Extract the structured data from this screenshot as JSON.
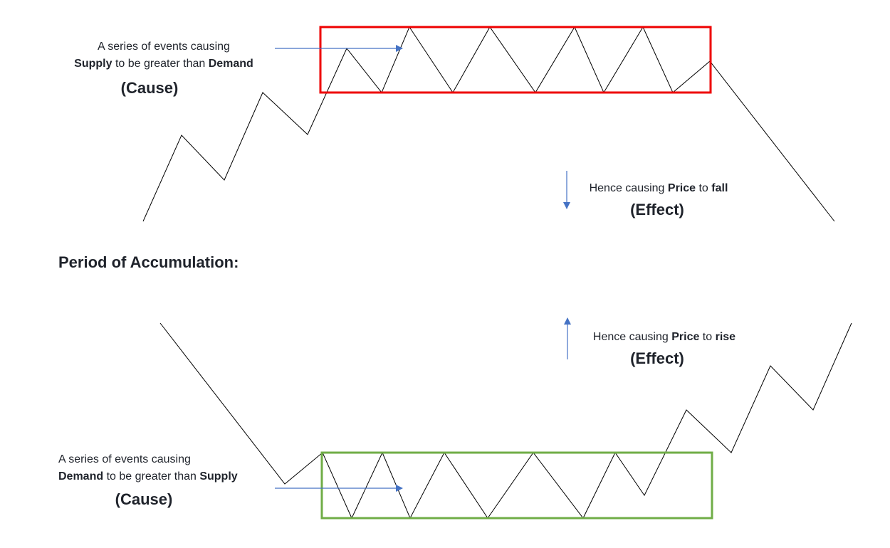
{
  "colors": {
    "distribution_box": "#ee0000",
    "accumulation_box": "#70ad47",
    "arrow": "#4472c4",
    "price_line": "#000000",
    "text": "#1f232b"
  },
  "heading": "Period of Accumulation:",
  "top_section": {
    "cause_line1": "A series of events causing",
    "cause_line2_bold1": "Supply",
    "cause_line2_mid": " to be greater than ",
    "cause_line2_bold2": "Demand",
    "cause_label": "(Cause)",
    "effect_prefix": "Hence causing ",
    "effect_bold1": "Price",
    "effect_mid": " to ",
    "effect_bold2": "fall",
    "effect_label": "(Effect)",
    "effect_arrow_icon": "arrow-down-icon"
  },
  "bottom_section": {
    "cause_line1": "A series of events causing",
    "cause_line2_bold1": "Demand",
    "cause_line2_mid": " to be greater than ",
    "cause_line2_bold2": "Supply",
    "cause_label": "(Cause)",
    "effect_prefix": "Hence causing ",
    "effect_bold1": "Price",
    "effect_mid": " to ",
    "effect_bold2": "rise",
    "effect_label": "(Effect)",
    "effect_arrow_icon": "arrow-up-icon"
  }
}
